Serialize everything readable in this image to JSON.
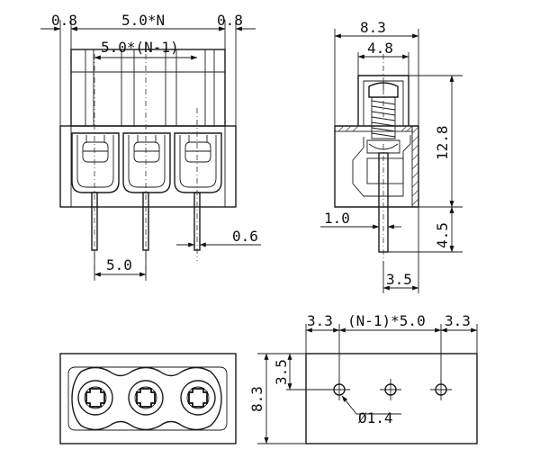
{
  "dims": {
    "front_edge_left": "0.8",
    "front_total": "5.0*N",
    "front_edge_right": "0.8",
    "front_inner": "5.0*(N-1)",
    "front_pitch": "5.0",
    "front_pin_width": "0.6",
    "side_width": "8.3",
    "side_inner_width": "4.8",
    "side_height": "12.8",
    "side_pin_length": "4.5",
    "side_pin_thickness": "1.0",
    "side_pin_offset": "3.5",
    "pcb_edge_left": "3.3",
    "pcb_span": "(N-1)*5.0",
    "pcb_edge_right": "3.3",
    "pcb_row_offset": "3.5",
    "pcb_depth": "8.3",
    "pcb_hole_dia": "Ø1.4"
  }
}
